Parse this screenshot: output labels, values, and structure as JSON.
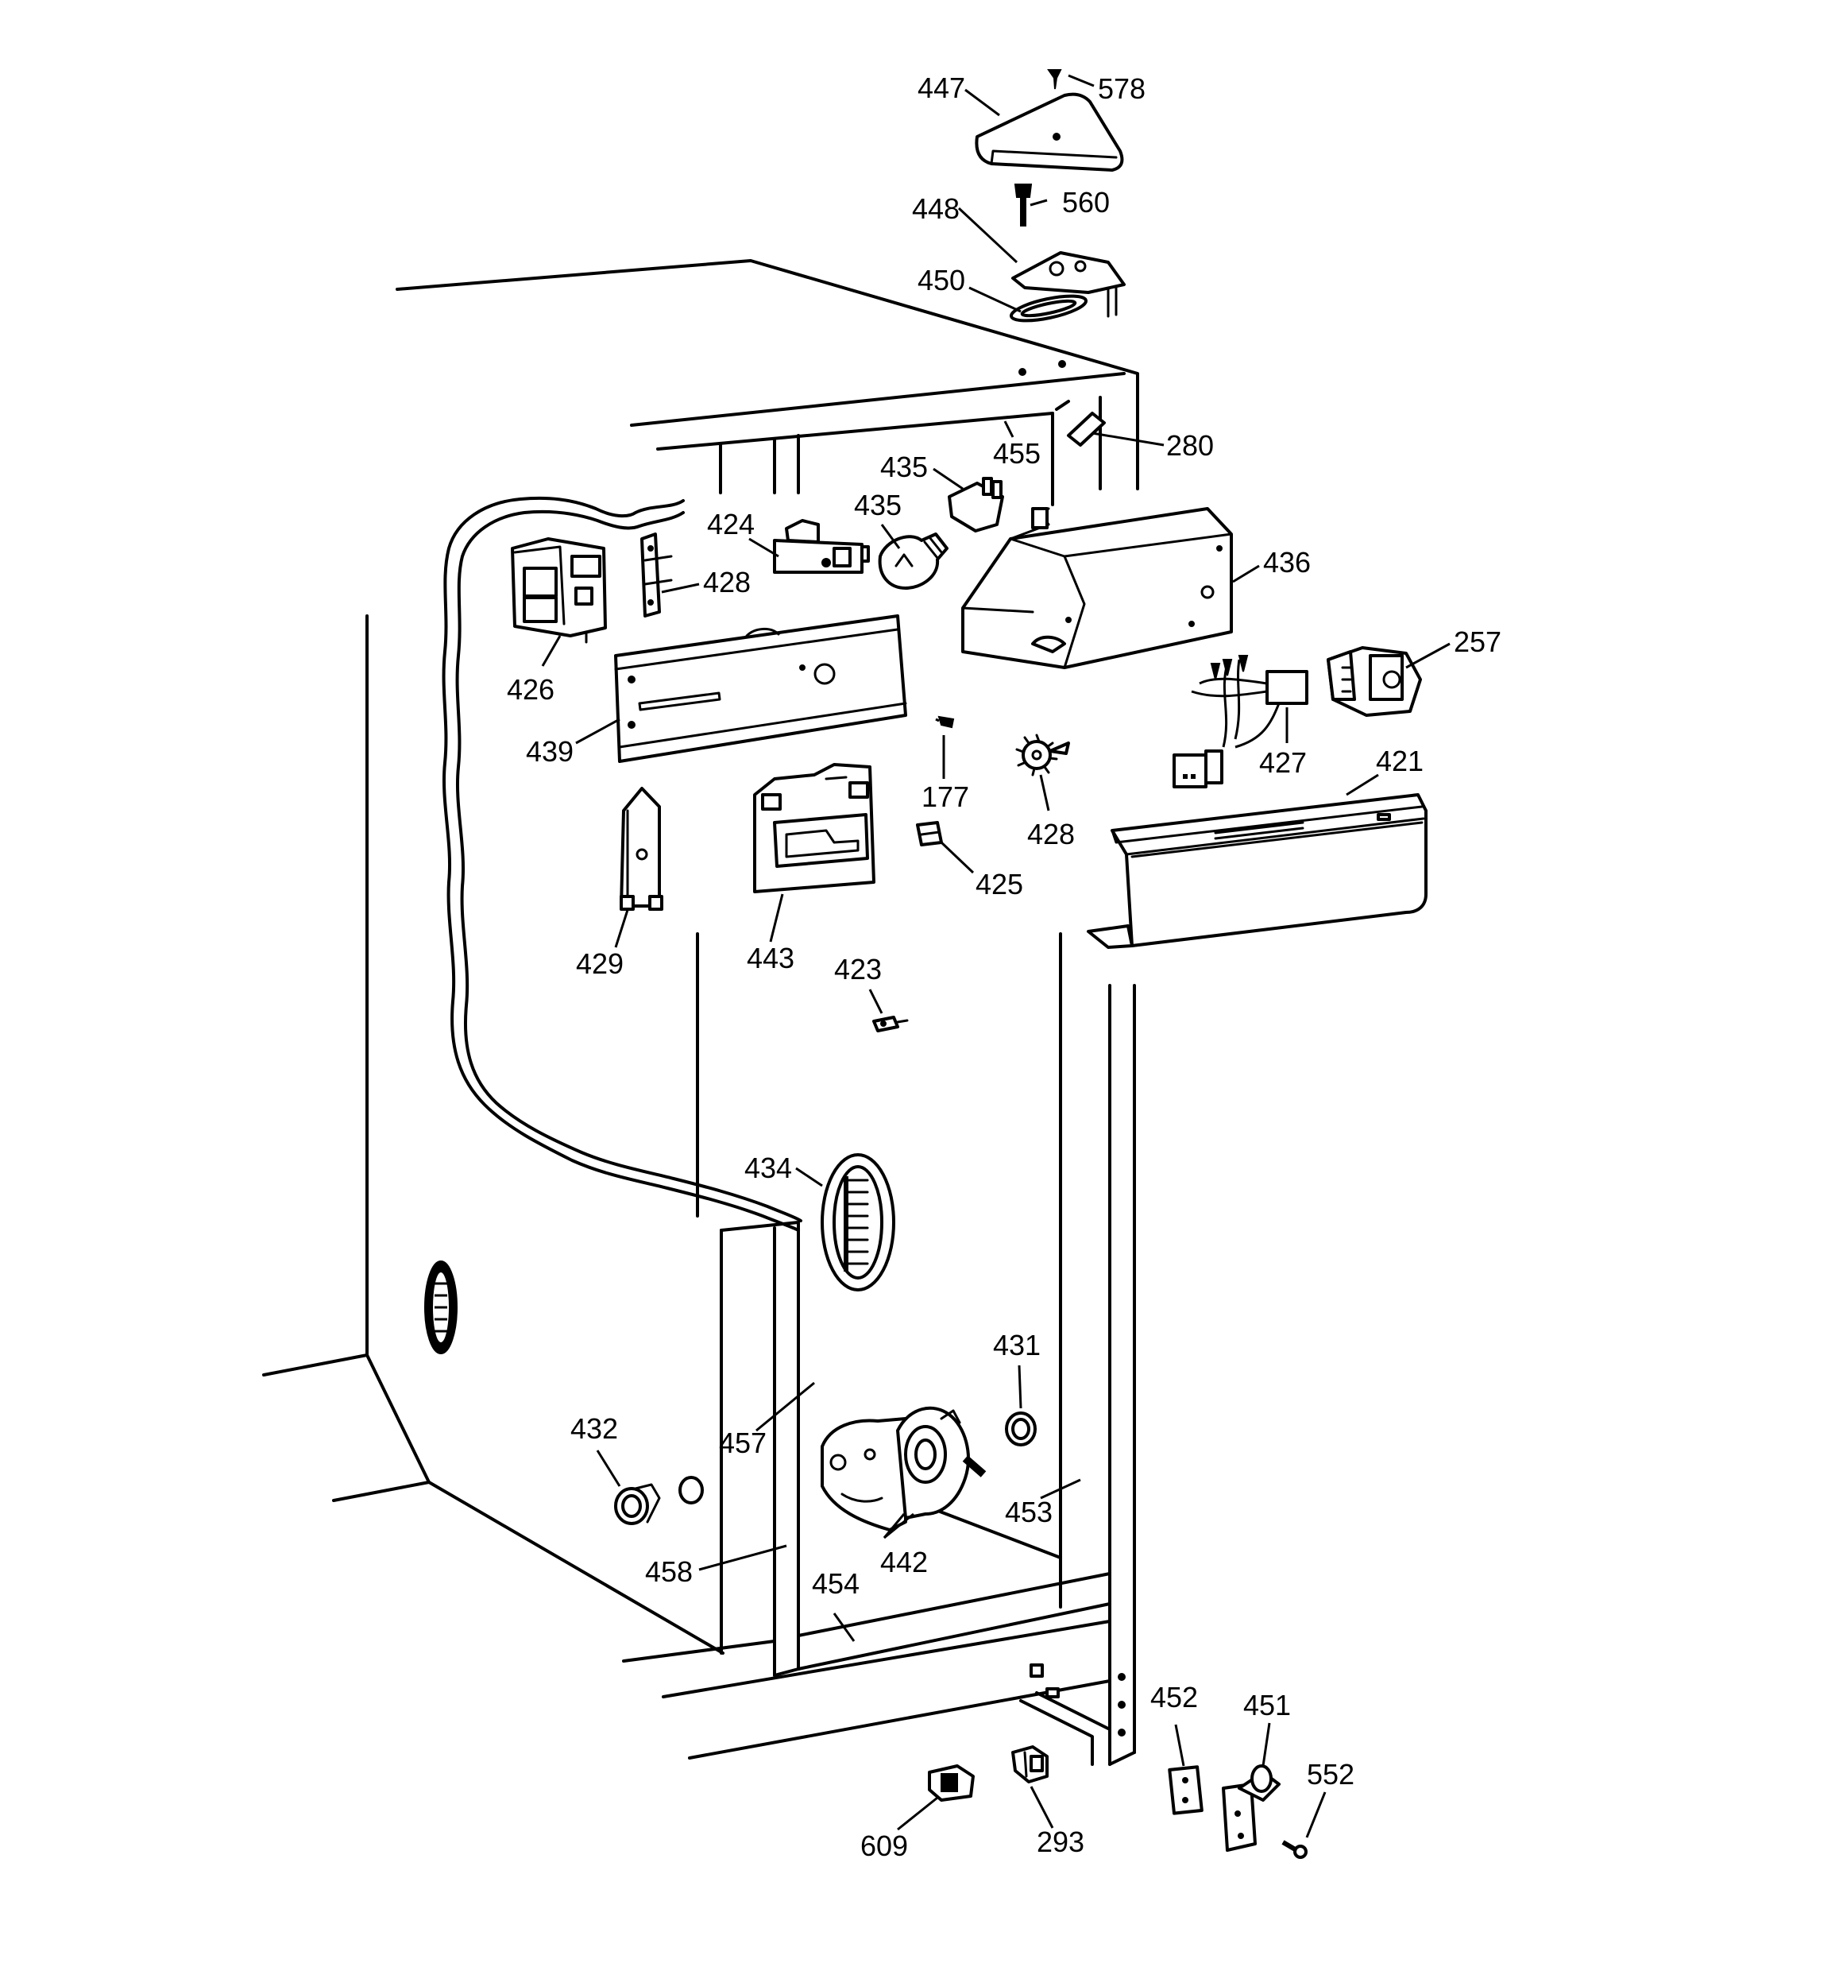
{
  "colors": {
    "stroke": "#000000",
    "background": "#ffffff"
  },
  "callouts": [
    {
      "id": "447",
      "text": "447"
    },
    {
      "id": "578",
      "text": "578"
    },
    {
      "id": "448",
      "text": "448"
    },
    {
      "id": "560",
      "text": "560"
    },
    {
      "id": "450",
      "text": "450"
    },
    {
      "id": "455",
      "text": "455"
    },
    {
      "id": "280",
      "text": "280"
    },
    {
      "id": "435a",
      "text": "435"
    },
    {
      "id": "435b",
      "text": "435"
    },
    {
      "id": "424",
      "text": "424"
    },
    {
      "id": "428a",
      "text": "428"
    },
    {
      "id": "426",
      "text": "426"
    },
    {
      "id": "436",
      "text": "436"
    },
    {
      "id": "257",
      "text": "257"
    },
    {
      "id": "439",
      "text": "439"
    },
    {
      "id": "177",
      "text": "177"
    },
    {
      "id": "427",
      "text": "427"
    },
    {
      "id": "421",
      "text": "421"
    },
    {
      "id": "428b",
      "text": "428"
    },
    {
      "id": "425",
      "text": "425"
    },
    {
      "id": "429",
      "text": "429"
    },
    {
      "id": "443",
      "text": "443"
    },
    {
      "id": "423",
      "text": "423"
    },
    {
      "id": "434",
      "text": "434"
    },
    {
      "id": "431",
      "text": "431"
    },
    {
      "id": "432",
      "text": "432"
    },
    {
      "id": "457",
      "text": "457"
    },
    {
      "id": "453",
      "text": "453"
    },
    {
      "id": "442",
      "text": "442"
    },
    {
      "id": "458",
      "text": "458"
    },
    {
      "id": "454",
      "text": "454"
    },
    {
      "id": "452",
      "text": "452"
    },
    {
      "id": "451",
      "text": "451"
    },
    {
      "id": "552",
      "text": "552"
    },
    {
      "id": "609",
      "text": "609"
    },
    {
      "id": "293",
      "text": "293"
    }
  ]
}
